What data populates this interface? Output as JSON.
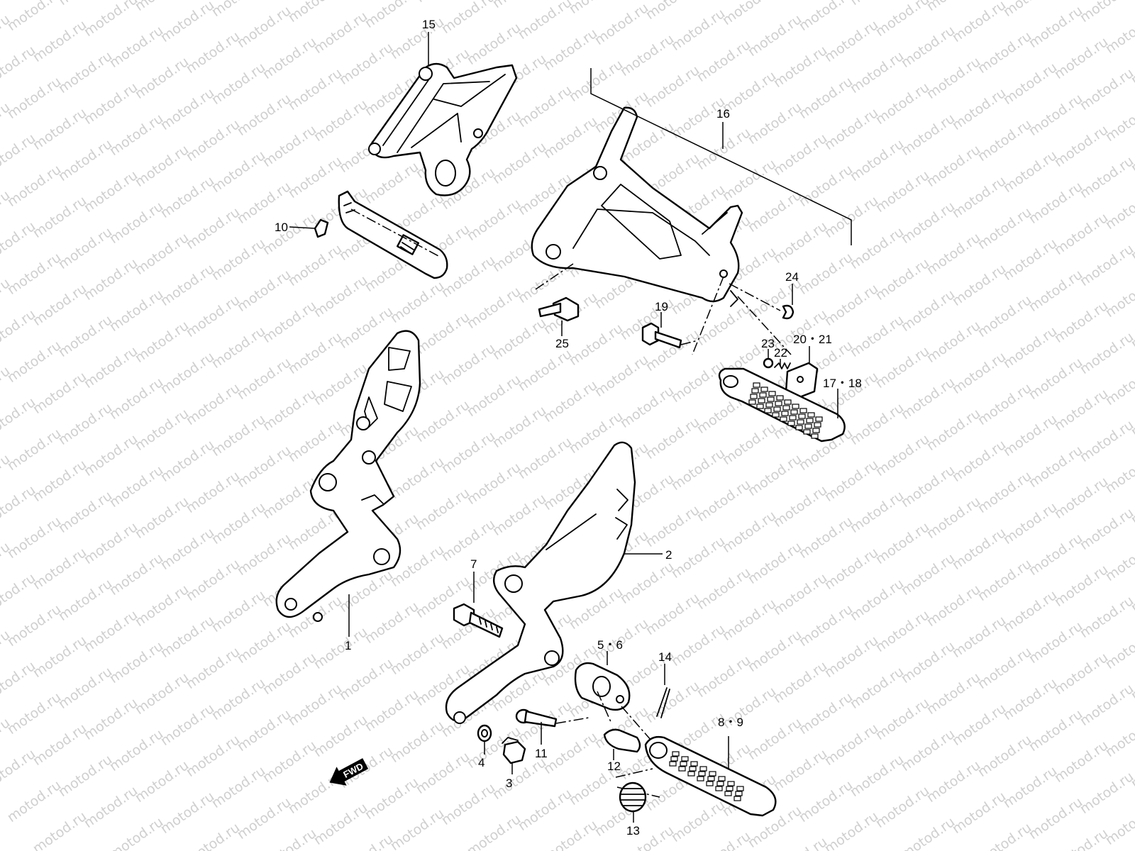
{
  "watermark": {
    "text": "motod.ru",
    "color": "#cfcfcf"
  },
  "fwd_label": "FWD",
  "callouts": {
    "c1": "1",
    "c2": "2",
    "c3": "3",
    "c4": "4",
    "c5_6": "5・6",
    "c7": "7",
    "c8_9": "8・9",
    "c10": "10",
    "c11": "11",
    "c12": "12",
    "c13": "13",
    "c14": "14",
    "c15": "15",
    "c16": "16",
    "c17_18": "17・18",
    "c19": "19",
    "c20_21": "20・21",
    "c22": "22",
    "c23": "23",
    "c24": "24",
    "c25": "25"
  }
}
